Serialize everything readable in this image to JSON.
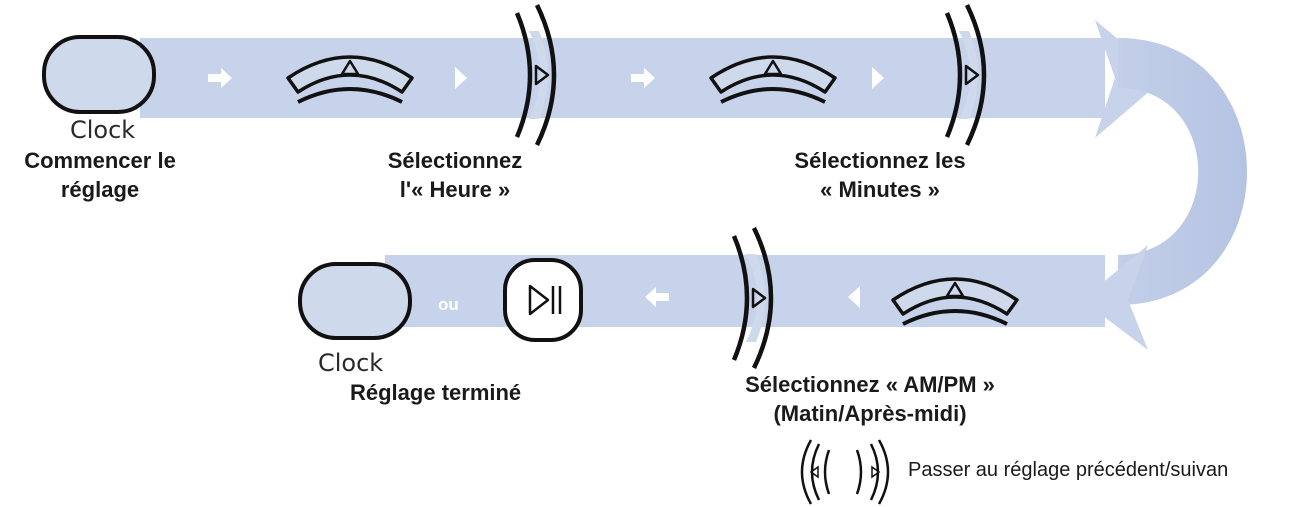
{
  "colors": {
    "band": "#c7d3ea",
    "band_arrow_white": "#ffffff",
    "outline": "#111111",
    "button_fill": "#cfd9ec"
  },
  "steps": {
    "start": {
      "display": "Clock",
      "label_line1": "Commencer le",
      "label_line2": "réglage"
    },
    "hour": {
      "label_line1": "Sélectionnez",
      "label_line2": "l'« Heure »"
    },
    "minutes": {
      "label_line1": "Sélectionnez les",
      "label_line2": "« Minutes »"
    },
    "ampm": {
      "label_line1": "Sélectionnez « AM/PM »",
      "label_line2": "(Matin/Après-midi)"
    },
    "end": {
      "display": "Clock",
      "or_text": "ou",
      "label": "Réglage terminé"
    }
  },
  "icons": {
    "start_button": "rounded-square-button-icon",
    "up_button": "up-triangle-arc-button-icon",
    "next_button": "right-triangle-bracket-button-icon",
    "play_skip_button": "play-skip-button-icon",
    "flow_arrow": "white-arrow-icon",
    "flow_chevron": "white-chevron-icon"
  },
  "legend": {
    "icon": "prev-next-bracket-buttons-icon",
    "text": "Passer au réglage précédent/suivan"
  }
}
